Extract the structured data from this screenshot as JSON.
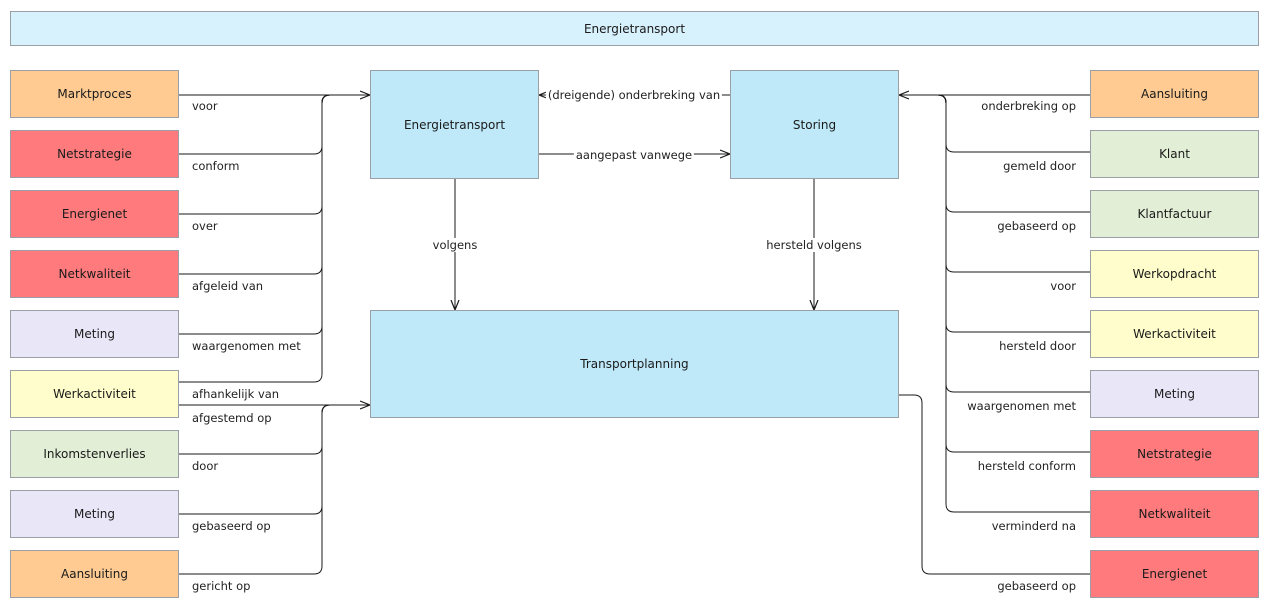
{
  "colors": {
    "header": "#d7f1fd",
    "core": "#bfe9f9",
    "orange": "#ffcb93",
    "red": "#fe7a7c",
    "purple": "#e9e6f8",
    "yellow": "#fefdcb",
    "green": "#e2eed6",
    "line": "#1a1a1a"
  },
  "header": {
    "title": "Energietransport"
  },
  "core": {
    "energietransport": "Energietransport",
    "storing": "Storing",
    "transportplanning": "Transportplanning"
  },
  "core_relations": {
    "dreigende_onderbreking": "(dreigende) onderbreking van",
    "aangepast_vanwege": "aangepast vanwege",
    "volgens": "volgens",
    "hersteld_volgens": "hersteld volgens"
  },
  "left": [
    {
      "name": "Marktproces",
      "color": "orange",
      "relation": "voor"
    },
    {
      "name": "Netstrategie",
      "color": "red",
      "relation": "conform"
    },
    {
      "name": "Energienet",
      "color": "red",
      "relation": "over"
    },
    {
      "name": "Netkwaliteit",
      "color": "red",
      "relation": "afgeleid van"
    },
    {
      "name": "Meting",
      "color": "purple",
      "relation": "waargenomen met"
    },
    {
      "name": "Werkactiviteit",
      "color": "yellow",
      "relation": "afhankelijk van",
      "relation2": "afgestemd op"
    },
    {
      "name": "Inkomstenverlies",
      "color": "green",
      "relation": "door"
    },
    {
      "name": "Meting",
      "color": "purple",
      "relation": "gebaseerd op"
    },
    {
      "name": "Aansluiting",
      "color": "orange",
      "relation": "gericht op"
    }
  ],
  "right": [
    {
      "name": "Aansluiting",
      "color": "orange",
      "relation": "onderbreking op"
    },
    {
      "name": "Klant",
      "color": "green",
      "relation": "gemeld door"
    },
    {
      "name": "Klantfactuur",
      "color": "green",
      "relation": "gebaseerd op"
    },
    {
      "name": "Werkopdracht",
      "color": "yellow",
      "relation": "voor"
    },
    {
      "name": "Werkactiviteit",
      "color": "yellow",
      "relation": "hersteld door"
    },
    {
      "name": "Meting",
      "color": "purple",
      "relation": "waargenomen met"
    },
    {
      "name": "Netstrategie",
      "color": "red",
      "relation": "hersteld conform"
    },
    {
      "name": "Netkwaliteit",
      "color": "red",
      "relation": "verminderd na"
    },
    {
      "name": "Energienet",
      "color": "red",
      "relation": "gebaseerd op"
    }
  ]
}
